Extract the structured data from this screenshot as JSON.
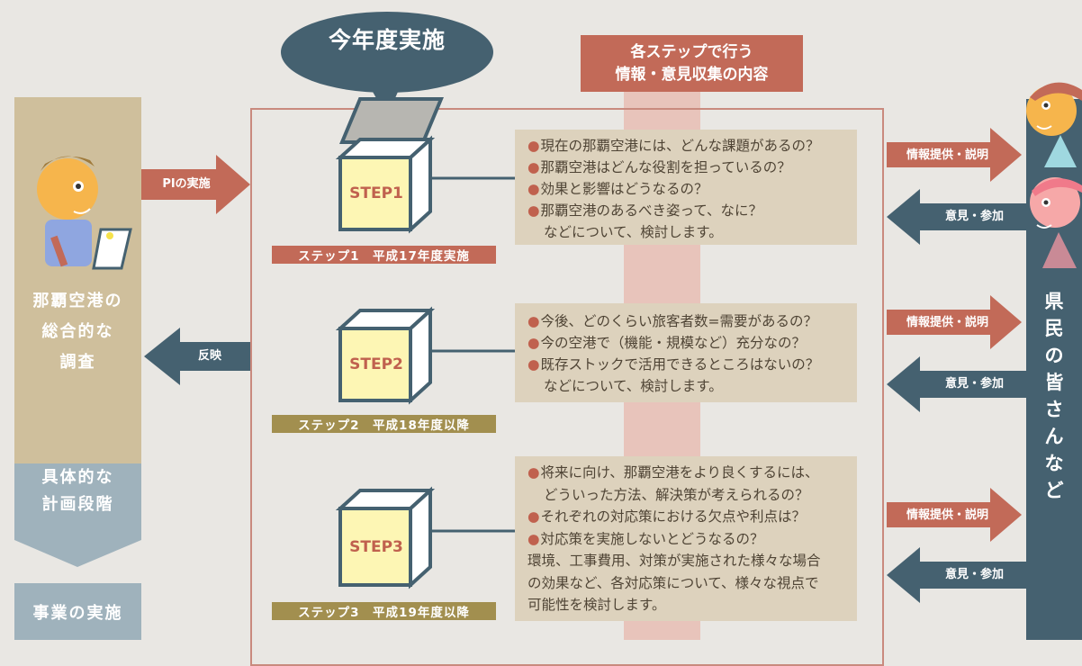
{
  "bubble": {
    "title": "今年度実施"
  },
  "header": {
    "title": "各ステップで行う\n情報・意見収集の内容"
  },
  "left": {
    "pi_label": "PIの実施",
    "reflect_label": "反映",
    "survey_label": "那覇空港の\n総合的な\n調査",
    "plan_label": "具体的な\n計画段階",
    "exec_label": "事業の実施"
  },
  "steps": [
    {
      "box_label": "STEP1",
      "bar": "ステップ1　平成17年度実施",
      "bullets": [
        "現在の那覇空港には、どんな課題があるの？",
        "那覇空港はどんな役割を担っているの？",
        "効果と影響はどうなるの？",
        "那覇空港のあるべき姿って、なに？"
      ],
      "footer": "などについて、検討します。"
    },
    {
      "box_label": "STEP2",
      "bar": "ステップ2　平成18年度以降",
      "bullets": [
        "今後、どのくらい旅客者数=需要があるの？",
        "今の空港で（機能・規模など）充分なの？",
        "既存ストックで活用できるところはないの？"
      ],
      "footer": "などについて、検討します。"
    },
    {
      "box_label": "STEP3",
      "bar": "ステップ3　平成19年度以降",
      "bullets": [
        "将来に向け、那覇空港をより良くするには、",
        "それぞれの対応策における欠点や利点は？",
        "対応策を実施しないとどうなるの？"
      ],
      "bullet1_cont": "どういった方法、解決策が考えられるの？",
      "para": [
        "環境、工事費用、対策が実施された様々な場合",
        "の効果など、各対応策について、様々な視点で",
        "可能性を検討します。"
      ]
    }
  ],
  "arrows": {
    "info": "情報提供・説明",
    "opinion": "意見・参加"
  },
  "right": {
    "label": "県民の皆さんなど"
  },
  "colors": {
    "navy": "#456170",
    "terracotta": "#c26a58",
    "olive": "#a28f4f",
    "tan": "#cfbf9c",
    "cream": "#ddd2bd",
    "pink": "#e8c4bb",
    "cube": "#fdf6b4"
  }
}
